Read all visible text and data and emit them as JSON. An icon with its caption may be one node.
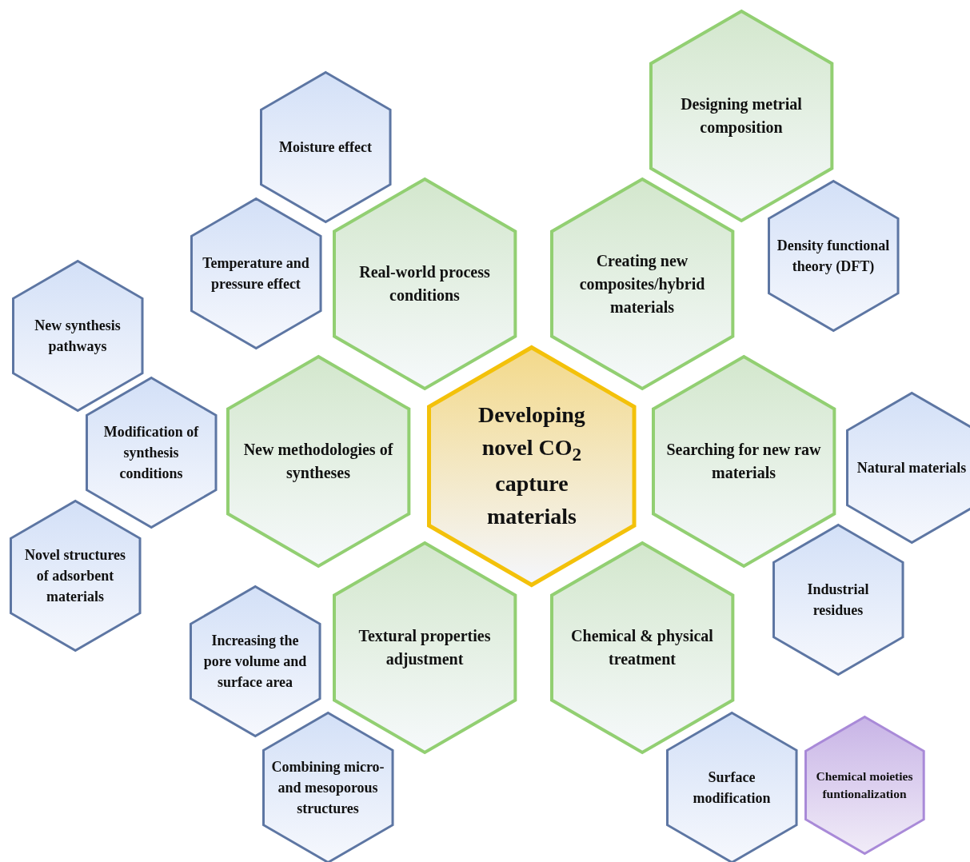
{
  "diagram": {
    "nodes": [
      {
        "text": [
          "Designing metrial composition"
        ]
      },
      {
        "text": [
          "Moisture effect"
        ]
      },
      {
        "text": [
          "Real-world process conditions"
        ]
      },
      {
        "text": [
          "Creating new composites/hybrid materials"
        ]
      },
      {
        "text": [
          "Temperature and pressure effect"
        ]
      },
      {
        "text": [
          "Density functional theory (DFT)"
        ]
      },
      {
        "text": [
          "New synthesis pathways"
        ]
      },
      {
        "text": [
          "Modification of synthesis conditions"
        ]
      },
      {
        "text": [
          "New methodologies of syntheses"
        ]
      },
      {
        "text": [
          "Developing novel CO$_{2}$ capture materials"
        ]
      },
      {
        "text": [
          "Searching for new raw materials"
        ]
      },
      {
        "text": [
          "Natural materials"
        ]
      },
      {
        "text": [
          "Novel structures of adsorbent materials"
        ]
      },
      {
        "text": [
          "Industrial residues"
        ]
      },
      {
        "text": [
          "Increasing the pore volume and surface area"
        ]
      },
      {
        "text": [
          "Textural properties adjustment"
        ]
      },
      {
        "text": [
          "Chemical & physical treatment"
        ]
      },
      {
        "text": [
          "Combining micro- and mesoporous structures"
        ]
      },
      {
        "text": [
          "Surface modification"
        ]
      },
      {
        "text": [
          "Chemical moieties funtionalization"
        ]
      }
    ],
    "edges": []
  }
}
